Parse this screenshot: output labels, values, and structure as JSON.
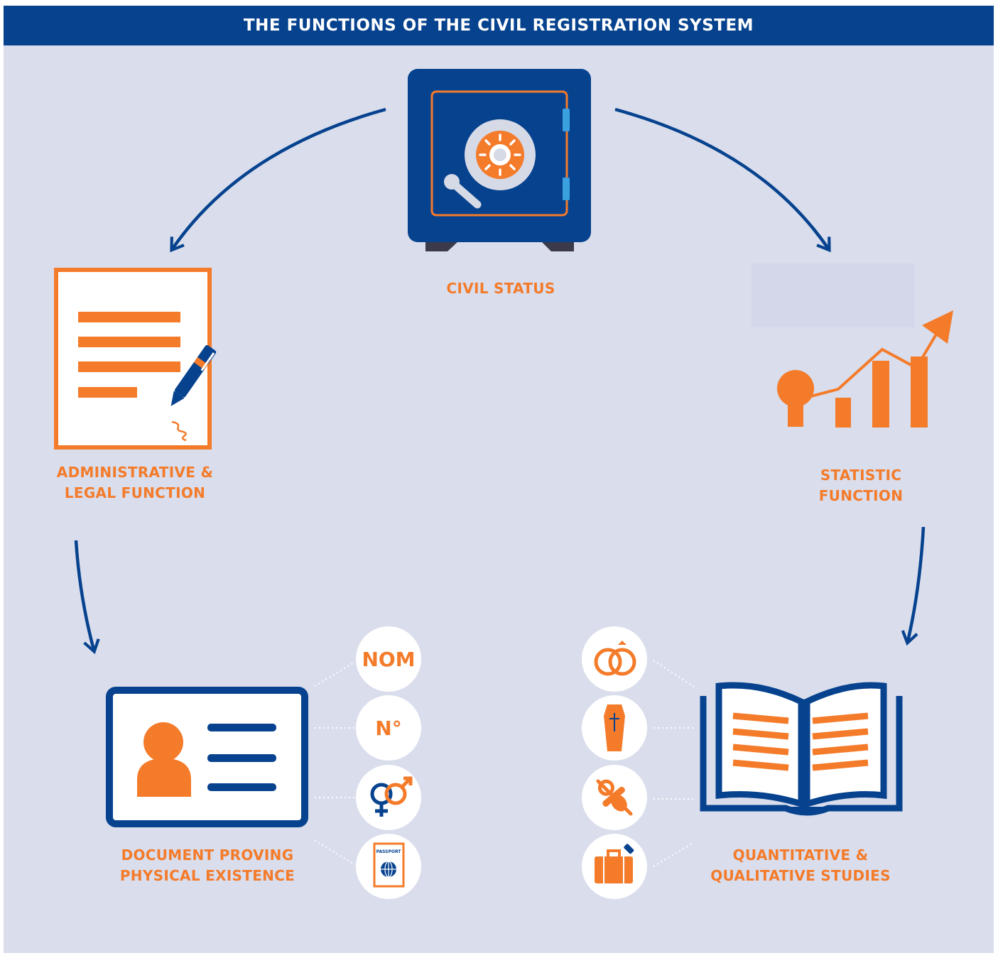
{
  "header": {
    "title": "THE FUNCTIONS OF THE CIVIL REGISTRATION SYSTEM"
  },
  "nodes": {
    "civil_status": {
      "label": "CIVIL STATUS"
    },
    "administrative": {
      "line1": "ADMINISTRATIVE &",
      "line2": "LEGAL FUNCTION"
    },
    "statistic": {
      "line1": "STATISTIC",
      "line2": "FUNCTION"
    },
    "document": {
      "line1": "DOCUMENT PROVING",
      "line2": "PHYSICAL EXISTENCE"
    },
    "studies": {
      "line1": "QUANTITATIVE &",
      "line2": "QUALITATIVE STUDIES"
    }
  },
  "document_attributes": {
    "name": "NOM",
    "number": "N°",
    "passport": "PASSPORT"
  },
  "colors": {
    "navy": "#06428e",
    "orange": "#f47b2a",
    "background": "#d9ddec",
    "white": "#ffffff"
  },
  "icons": [
    "safe-icon",
    "signed-document-icon",
    "statistics-icon",
    "id-card-icon",
    "gender-icon",
    "passport-icon",
    "open-book-icon",
    "wedding-rings-icon",
    "coffin-icon",
    "pacifier-icon",
    "suitcase-icon"
  ]
}
